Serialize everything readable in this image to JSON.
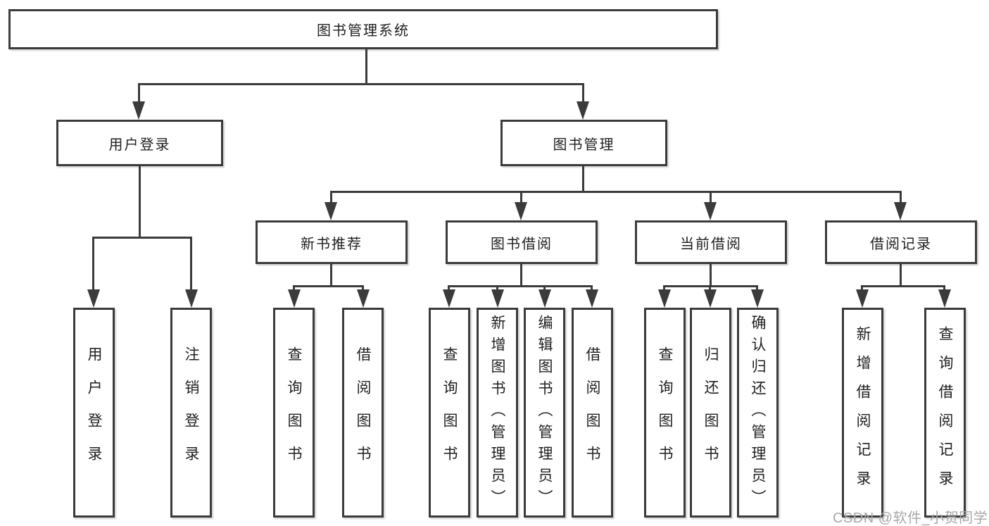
{
  "colors": {
    "line": "#3b3b3b",
    "text": "#1f1f1f",
    "watermark": "#a8a8a8",
    "background": "#ffffff"
  },
  "watermark": {
    "text": "CSDN @软件_小贺同学"
  },
  "tree": {
    "root": {
      "label": "图书管理系统"
    },
    "branches": [
      {
        "label": "用户登录",
        "children": [
          {
            "label": "用户登录"
          },
          {
            "label": "注销登录"
          }
        ]
      },
      {
        "label": "图书管理",
        "children": [
          {
            "label": "新书推荐",
            "children": [
              {
                "label": "查询图书"
              },
              {
                "label": "借阅图书"
              }
            ]
          },
          {
            "label": "图书借阅",
            "children": [
              {
                "label": "查询图书"
              },
              {
                "label": "新增图书（管理员）"
              },
              {
                "label": "编辑图书（管理员）"
              },
              {
                "label": "借阅图书"
              }
            ]
          },
          {
            "label": "当前借阅",
            "children": [
              {
                "label": "查询图书"
              },
              {
                "label": "归还图书"
              },
              {
                "label": "确认归还（管理员）"
              }
            ]
          },
          {
            "label": "借阅记录",
            "children": [
              {
                "label": "新增借阅记录"
              },
              {
                "label": "查询借阅记录"
              }
            ]
          }
        ]
      }
    ]
  }
}
